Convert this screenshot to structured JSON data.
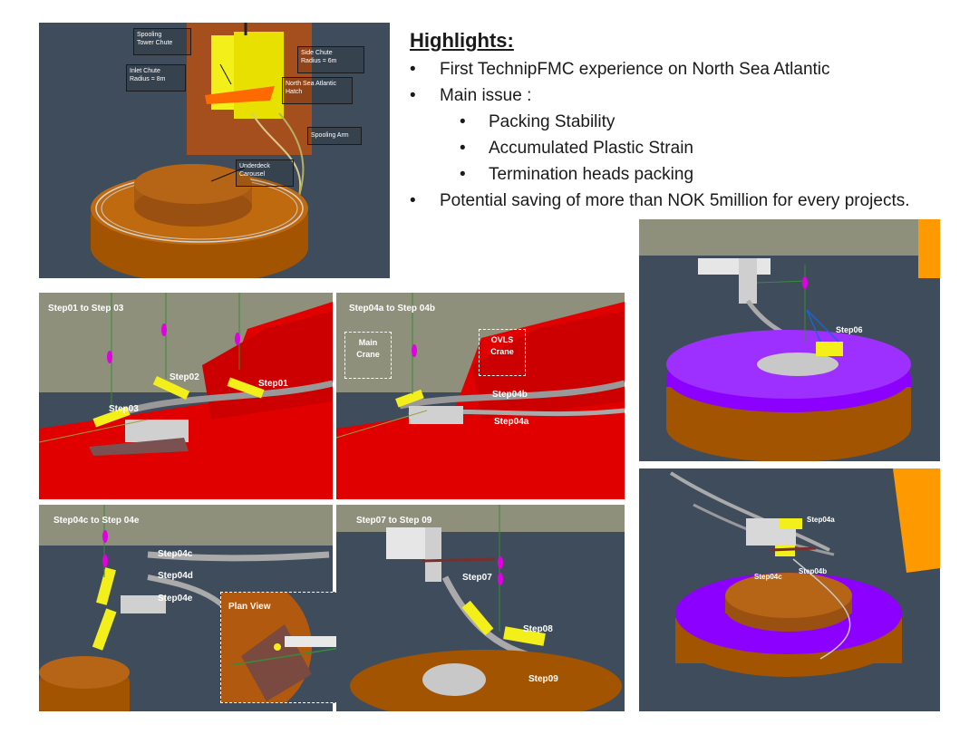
{
  "highlights": {
    "title": "Highlights:",
    "bullets": [
      "First TechnipFMC experience on North Sea Atlantic",
      "Main issue :",
      "Potential saving of more than NOK 5million for every projects."
    ],
    "sub_bullets": [
      "Packing Stability",
      "Accumulated Plastic Strain",
      "Termination heads packing"
    ]
  },
  "overview": {
    "labels": {
      "spooling_tower_chute": [
        "Spooling",
        "Tower Chute"
      ],
      "side_chute": [
        "Side Chute",
        "Radius = 6m"
      ],
      "inlet_chute": [
        "Inlet Chute",
        "Radius = 8m"
      ],
      "hatch": [
        "North Sea Atlantic",
        "Hatch"
      ],
      "spooling_arm": "Spooling Arm",
      "carousel": [
        "Underdeck",
        "Carousel"
      ]
    }
  },
  "panels": {
    "p1": {
      "title": "Step01 to Step 03",
      "labels": [
        "Step02",
        "Step01",
        "Step03"
      ]
    },
    "p2": {
      "title": "Step04a to Step 04b",
      "main_crane": [
        "Main",
        "Crane"
      ],
      "ovls_crane": [
        "OVLS",
        "Crane"
      ],
      "labels": [
        "Step04b",
        "Step04a"
      ]
    },
    "p3": {
      "title": "Step04c to Step 04e",
      "labels": [
        "Step04c",
        "Step04d",
        "Step04e"
      ],
      "plan_view": "Plan View"
    },
    "p4": {
      "title": "Step07 to Step 09",
      "labels": [
        "Step07",
        "Step08",
        "Step09"
      ]
    },
    "p5": {
      "labels": [
        "Step06"
      ]
    },
    "p6": {
      "labels": [
        "Step04a",
        "Step04c",
        "Step04b"
      ]
    }
  },
  "colors": {
    "panel_bg": "#3f4c5b",
    "deck_red": "#e00000",
    "carousel_brown": "#a35400",
    "carousel_purple": "#8c00ff",
    "equipment_yellow": "#f2ef1a",
    "sky": "#8f907c"
  }
}
